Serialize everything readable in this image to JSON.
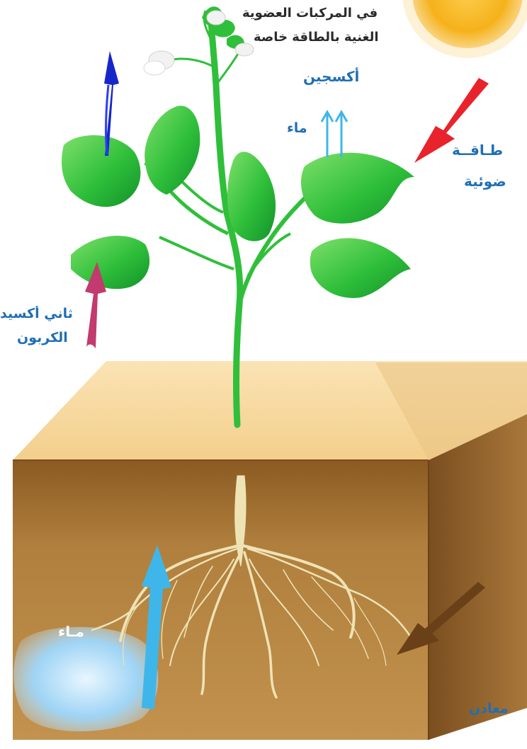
{
  "labels": {
    "organic_line1": "في المركبات العضوية",
    "organic_line2": "الغنية بالطاقة خاصة",
    "oxygen": "أكسجين",
    "water_top": "ماء",
    "light_line1": "طـاقــة",
    "light_line2": "ضوئية",
    "co2_line1": "ثاني أكسيد",
    "co2_line2": "الكربون",
    "water_soil": "مـاء",
    "minerals": "معادن"
  },
  "colors": {
    "label_blue": "#1f6fb5",
    "oxygen_arrow": "#1726c9",
    "light_arrow": "#e8232c",
    "co2_arrow": "#c23a6e",
    "water_arrow": "#3fb6ea",
    "minerals_arrow": "#6a4018",
    "sun": "#f6b21b",
    "leaf": "#2fbf3a",
    "soil_front": "#9a6a2c",
    "soil_top": "#f7d9a0",
    "roots": "#efe3b5"
  },
  "icons": {
    "sun": "sun-icon",
    "plant": "plant-icon",
    "soil": "soil-block-icon"
  }
}
